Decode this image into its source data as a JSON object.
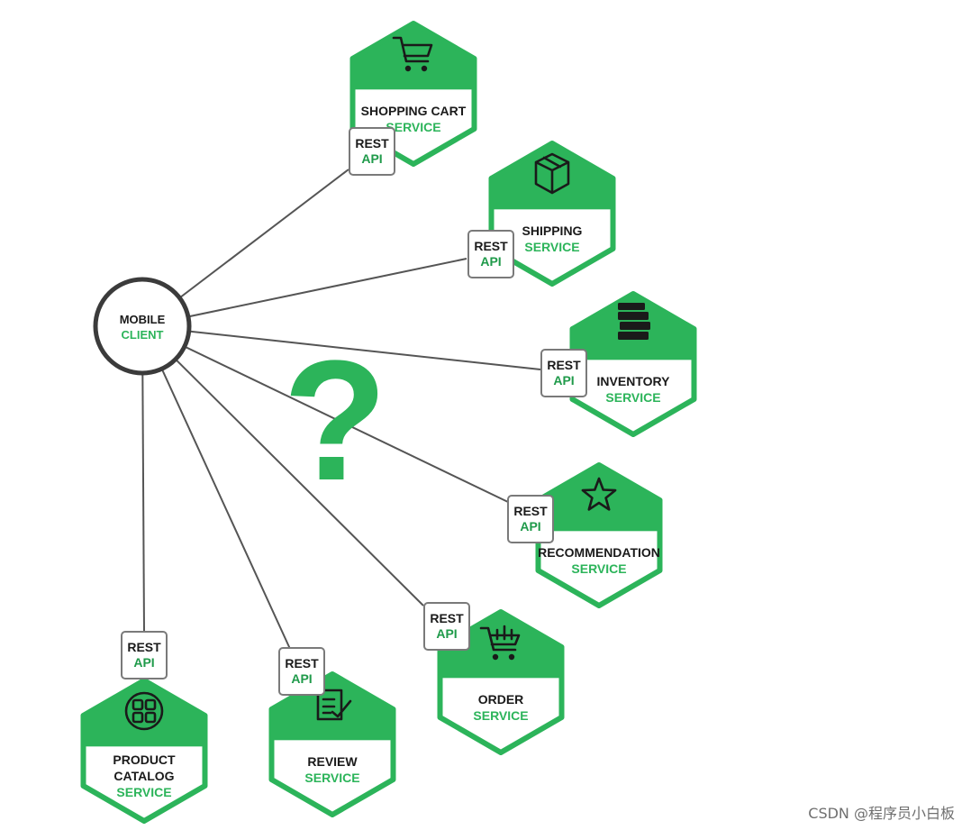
{
  "colors": {
    "green": "#2cb45a",
    "green_light": "#e9f8ee",
    "dark": "#1a1a1a",
    "connector": "#555555",
    "client_ring": "#3b3b3b"
  },
  "client": {
    "line1": "MOBILE",
    "line2": "CLIENT"
  },
  "question_mark": "?",
  "api_badge": {
    "line1": "REST",
    "line2": "API"
  },
  "services": [
    {
      "id": "shopping-cart",
      "icon": "shopping-cart-icon",
      "name_lines": [
        "SHOPPING CART"
      ],
      "type": "SERVICE"
    },
    {
      "id": "shipping",
      "icon": "package-box-icon",
      "name_lines": [
        "SHIPPING"
      ],
      "type": "SERVICE"
    },
    {
      "id": "inventory",
      "icon": "stacked-books-icon",
      "name_lines": [
        "INVENTORY"
      ],
      "type": "SERVICE"
    },
    {
      "id": "recommendation",
      "icon": "star-icon",
      "name_lines": [
        "RECOMMENDATION"
      ],
      "type": "SERVICE"
    },
    {
      "id": "order",
      "icon": "cart-with-items-icon",
      "name_lines": [
        "ORDER"
      ],
      "type": "SERVICE"
    },
    {
      "id": "review",
      "icon": "review-document-icon",
      "name_lines": [
        "REVIEW"
      ],
      "type": "SERVICE"
    },
    {
      "id": "product-catalog",
      "icon": "catalog-grid-icon",
      "name_lines": [
        "PRODUCT",
        "CATALOG"
      ],
      "type": "SERVICE"
    }
  ],
  "watermark": "CSDN @程序员小白板"
}
